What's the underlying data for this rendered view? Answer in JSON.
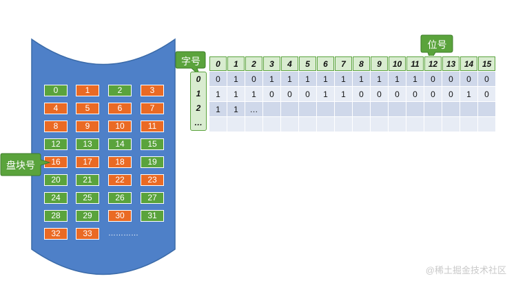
{
  "disk": {
    "blocks": [
      {
        "label": "0",
        "color": "#5aa33c"
      },
      {
        "label": "1",
        "color": "#ea6a24"
      },
      {
        "label": "2",
        "color": "#5aa33c"
      },
      {
        "label": "3",
        "color": "#ea6a24"
      },
      {
        "label": "4",
        "color": "#ea6a24"
      },
      {
        "label": "5",
        "color": "#ea6a24"
      },
      {
        "label": "6",
        "color": "#ea6a24"
      },
      {
        "label": "7",
        "color": "#ea6a24"
      },
      {
        "label": "8",
        "color": "#ea6a24"
      },
      {
        "label": "9",
        "color": "#ea6a24"
      },
      {
        "label": "10",
        "color": "#ea6a24"
      },
      {
        "label": "11",
        "color": "#ea6a24"
      },
      {
        "label": "12",
        "color": "#5aa33c"
      },
      {
        "label": "13",
        "color": "#5aa33c"
      },
      {
        "label": "14",
        "color": "#5aa33c"
      },
      {
        "label": "15",
        "color": "#5aa33c"
      },
      {
        "label": "16",
        "color": "#ea6a24"
      },
      {
        "label": "17",
        "color": "#ea6a24"
      },
      {
        "label": "18",
        "color": "#ea6a24"
      },
      {
        "label": "19",
        "color": "#5aa33c"
      },
      {
        "label": "20",
        "color": "#5aa33c"
      },
      {
        "label": "21",
        "color": "#5aa33c"
      },
      {
        "label": "22",
        "color": "#ea6a24"
      },
      {
        "label": "23",
        "color": "#ea6a24"
      },
      {
        "label": "24",
        "color": "#5aa33c"
      },
      {
        "label": "25",
        "color": "#5aa33c"
      },
      {
        "label": "26",
        "color": "#5aa33c"
      },
      {
        "label": "27",
        "color": "#5aa33c"
      },
      {
        "label": "28",
        "color": "#5aa33c"
      },
      {
        "label": "29",
        "color": "#5aa33c"
      },
      {
        "label": "30",
        "color": "#ea6a24"
      },
      {
        "label": "31",
        "color": "#5aa33c"
      },
      {
        "label": "32",
        "color": "#ea6a24"
      },
      {
        "label": "33",
        "color": "#ea6a24"
      }
    ],
    "ellipsis": "…………",
    "colors": {
      "cylinder": "#4e80c8",
      "free": "#5aa33c",
      "used": "#ea6a24"
    }
  },
  "labels": {
    "block_no": "盘块号",
    "word_no": "字号",
    "bit_no": "位号"
  },
  "bitmap": {
    "bit_headers": [
      "0",
      "1",
      "2",
      "3",
      "4",
      "5",
      "6",
      "7",
      "8",
      "9",
      "10",
      "11",
      "12",
      "13",
      "14",
      "15"
    ],
    "word_indices": [
      "0",
      "1",
      "2",
      "…"
    ],
    "rows": [
      [
        "0",
        "1",
        "0",
        "1",
        "1",
        "1",
        "1",
        "1",
        "1",
        "1",
        "1",
        "1",
        "0",
        "0",
        "0",
        "0"
      ],
      [
        "1",
        "1",
        "1",
        "0",
        "0",
        "0",
        "1",
        "1",
        "0",
        "0",
        "0",
        "0",
        "0",
        "0",
        "1",
        "0"
      ],
      [
        "1",
        "1",
        "…",
        "",
        "",
        "",
        "",
        "",
        "",
        "",
        "",
        "",
        "",
        "",
        "",
        ""
      ],
      [
        "",
        "",
        "",
        "",
        "",
        "",
        "",
        "",
        "",
        "",
        "",
        "",
        "",
        "",
        "",
        ""
      ]
    ]
  },
  "watermark": "@稀土掘金技术社区"
}
